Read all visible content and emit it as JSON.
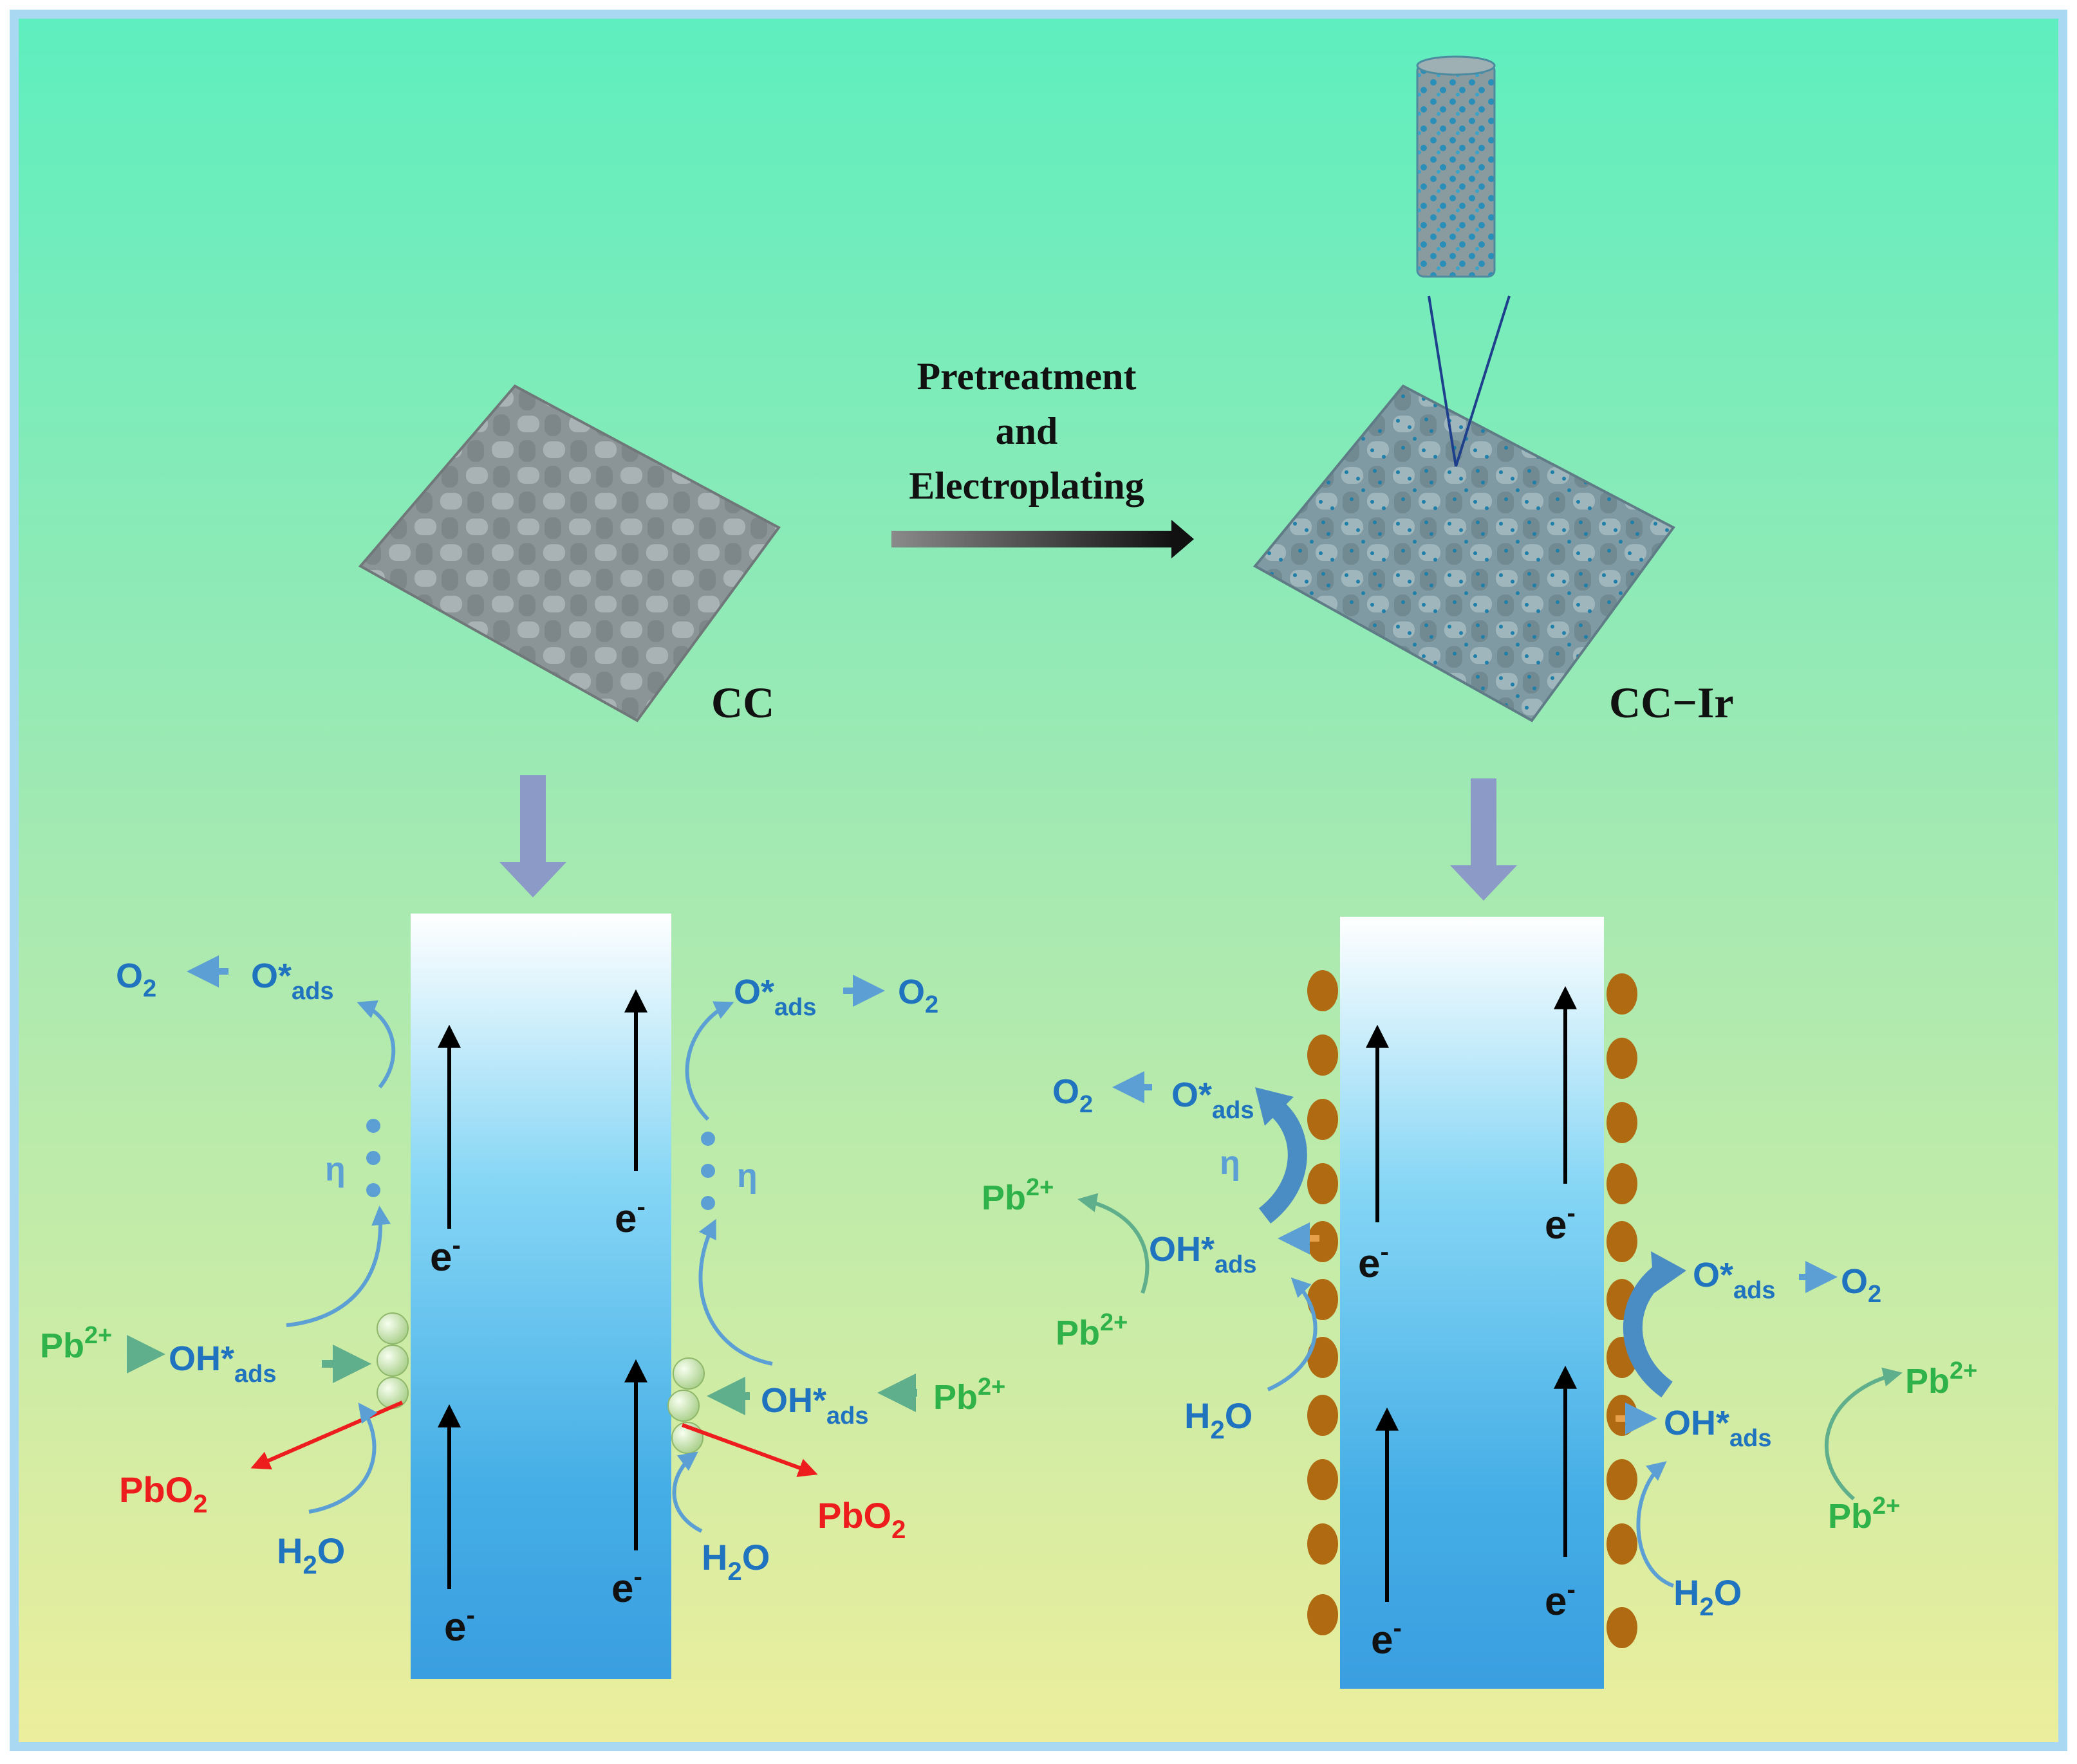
{
  "labels": {
    "cc": "CC",
    "cc_ir": "CC−Ir",
    "process_line1": "Pretreatment",
    "process_line2": "and",
    "process_line3": "Electroplating"
  },
  "chem": {
    "o2": "O",
    "o2_sub": "2",
    "o_ads": "O*",
    "ads_sub": "ads",
    "oh_ads": "OH*",
    "pb": "Pb",
    "pb_sup": "2+",
    "pbo2": "PbO",
    "pbo2_sub": "2",
    "h2o_h": "H",
    "h2o_sub": "2",
    "h2o_o": "O",
    "eta": "η",
    "electron": "e",
    "electron_sup": "-"
  },
  "colors": {
    "bg_top": "#5eeebf",
    "bg_bottom": "#e8ee9c",
    "frame": "#a9d8f3",
    "blue_text": "#1f73bf",
    "green_text": "#2fb24a",
    "red_text": "#ee1d1d",
    "electrode_top": "#ffffff",
    "electrode_mid": "#7fd3f4",
    "electrode_bottom": "#3a9fe0",
    "ir_particle": "#b06b12",
    "pb_sphere": "#d8f0b8",
    "down_arrow": "#8c9ac8"
  },
  "icons": {
    "cloth": "woven-carbon-cloth-icon",
    "cloth_ir": "iridium-coated-cloth-icon",
    "fiber": "coated-fiber-zoom-icon"
  }
}
